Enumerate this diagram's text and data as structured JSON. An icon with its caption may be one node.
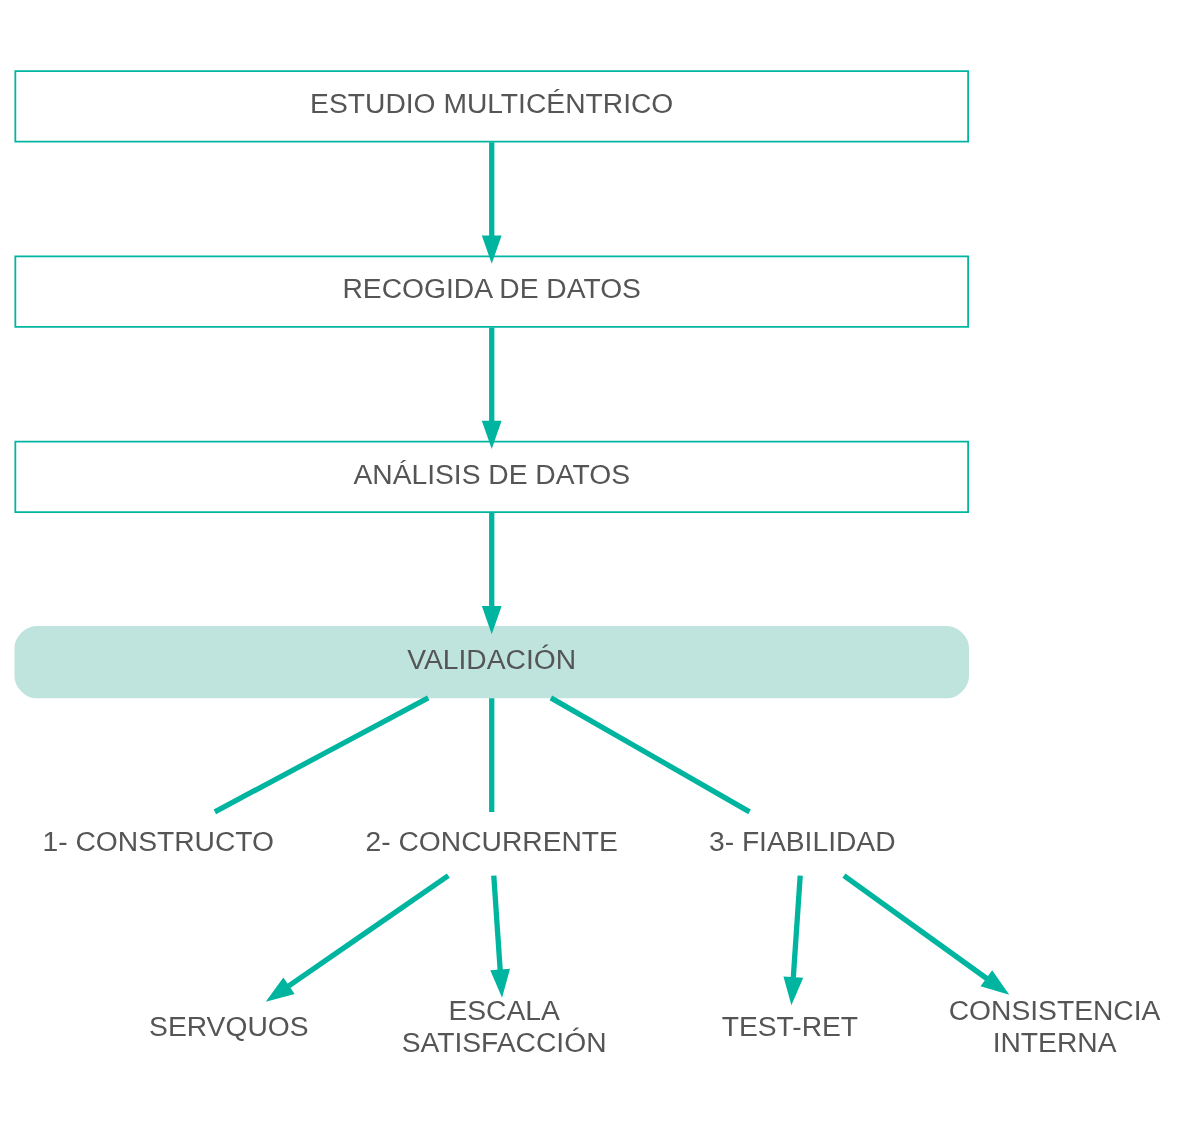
{
  "diagram": {
    "nodes": [
      {
        "text": [
          "ESTUDIO MULTICÉNTRICO"
        ]
      },
      {
        "text": [
          "RECOGIDA DE DATOS"
        ]
      },
      {
        "text": [
          "ANÁLISIS DE DATOS"
        ]
      },
      {
        "text": [
          "VALIDACIÓN"
        ]
      },
      {
        "text": [
          "1- CONSTRUCTO"
        ]
      },
      {
        "text": [
          "2- CONCURRENTE"
        ]
      },
      {
        "text": [
          "3- FIABILIDAD"
        ]
      },
      {
        "text": [
          "SERVQUOS"
        ]
      },
      {
        "text": [
          "ESCALA SATISFACCIÓN"
        ]
      },
      {
        "text": [
          "TEST-RET"
        ]
      },
      {
        "text": [
          "CONSISTENCIA INTERNA"
        ]
      }
    ],
    "edges": [
      {
        "from": 0,
        "to": 1,
        "arrow": "to"
      },
      {
        "from": 1,
        "to": 2,
        "arrow": "to"
      },
      {
        "from": 2,
        "to": 3,
        "arrow": "to"
      },
      {
        "from": 3,
        "to": 4,
        "arrow": "none"
      },
      {
        "from": 3,
        "to": 5,
        "arrow": "none"
      },
      {
        "from": 3,
        "to": 6,
        "arrow": "none"
      },
      {
        "from": 5,
        "to": 7,
        "arrow": "to"
      },
      {
        "from": 5,
        "to": 8,
        "arrow": "to"
      },
      {
        "from": 6,
        "to": 9,
        "arrow": "to"
      },
      {
        "from": 6,
        "to": 10,
        "arrow": "to"
      }
    ]
  }
}
